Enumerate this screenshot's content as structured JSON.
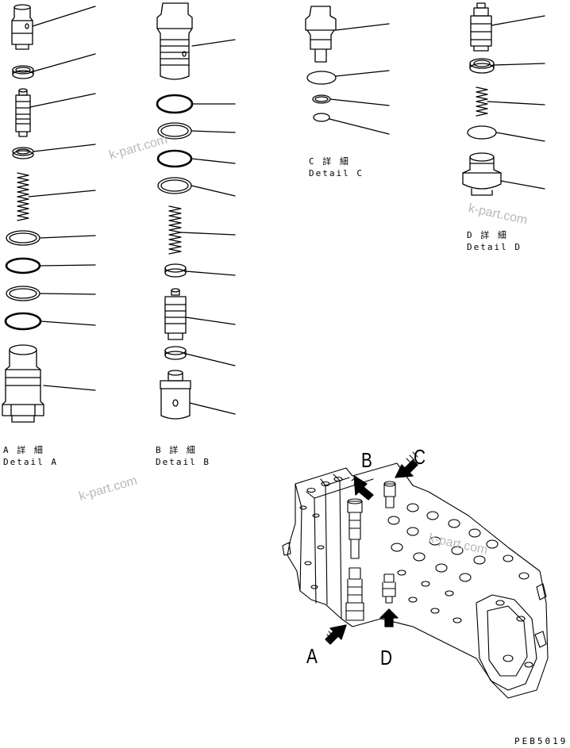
{
  "details": {
    "a": {
      "jp": "A 詳 細",
      "en": "Detail A"
    },
    "b": {
      "jp": "B 詳 細",
      "en": "Detail B"
    },
    "c": {
      "jp": "C 詳 細",
      "en": "Detail C"
    },
    "d": {
      "jp": "D 詳 細",
      "en": "Detail D"
    }
  },
  "view_letters": {
    "a": "A",
    "b": "B",
    "c": "C",
    "d": "D"
  },
  "watermark": "k-part.com",
  "drawing_code": "PEB5019",
  "colors": {
    "line": "#000000",
    "watermark": "#b9b9b9",
    "background": "#ffffff"
  }
}
